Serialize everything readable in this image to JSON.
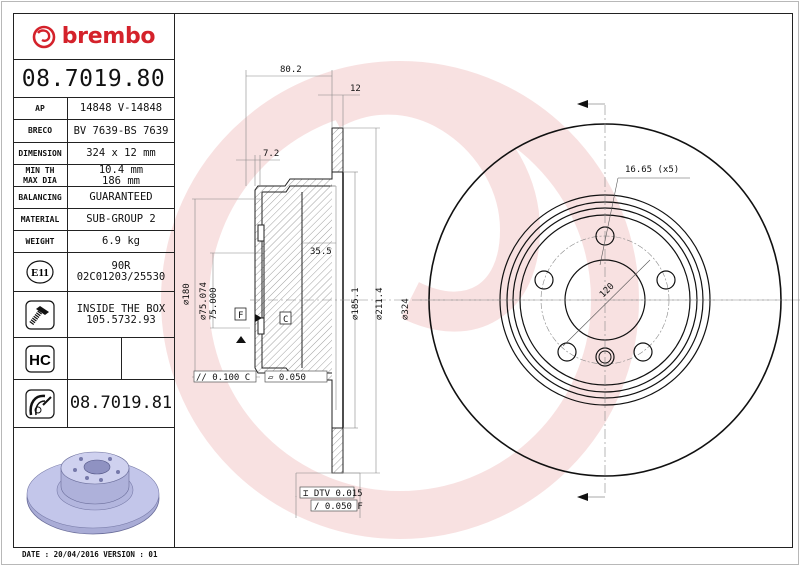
{
  "brand": {
    "name": "brembo",
    "color": "#d4222b"
  },
  "part_number": "08.7019.80",
  "specs": [
    {
      "label": "AP",
      "value": "14848 V-14848"
    },
    {
      "label": "BRECO",
      "value": "BV 7639-BS 7639"
    },
    {
      "label": "DIMENSION",
      "value": "324 x 12 mm"
    },
    {
      "label_lines": [
        "MIN TH",
        "MAX DIA"
      ],
      "value_lines": [
        "10.4 mm",
        "186 mm"
      ]
    },
    {
      "label": "BALANCING",
      "value": "GUARANTEED"
    },
    {
      "label": "MATERIAL",
      "value": "SUB-GROUP 2"
    },
    {
      "label": "WEIGHT",
      "value": "6.9 kg"
    }
  ],
  "homologation": {
    "icon": "e11-mark-icon",
    "badge": "E11",
    "lines": [
      "90R",
      "02C01203/25530"
    ]
  },
  "screws": {
    "icon": "screw-icon",
    "lines": [
      "INSIDE THE BOX",
      "105.5732.93"
    ]
  },
  "hc": {
    "icon": "hc-icon",
    "badge": "HC"
  },
  "alt_part": {
    "icon": "coated-disc-icon",
    "number": "08.7019.81"
  },
  "footer": "DATE : 20/04/2016 VERSION : 01",
  "drawing": {
    "side_view": {
      "overall_height": "80.2",
      "disc_thickness": "12",
      "hat_wall": "7.2",
      "hat_depth": "35.5",
      "diameters": {
        "d180": "⌀180",
        "centering_bore_upper": "75.074",
        "centering_bore_lower": "75.000",
        "d185": "⌀185.1",
        "d211": "⌀211.4",
        "d324": "⌀324"
      },
      "datums": [
        "F",
        "C"
      ],
      "tolerances": {
        "parallelism": {
          "symbol": "//",
          "value": "0.100",
          "datum": "C"
        },
        "flatness": {
          "symbol": "▱",
          "value": "0.050"
        },
        "dtv": {
          "symbol": "⌶",
          "value": "DTV 0.015"
        },
        "runout": {
          "symbol": "/",
          "value": "0.050",
          "datum": "F"
        }
      }
    },
    "front_view": {
      "bolt_holes": "16.65 (x5)",
      "pcd": "120"
    },
    "watermark_color": "#f4d4d4"
  }
}
